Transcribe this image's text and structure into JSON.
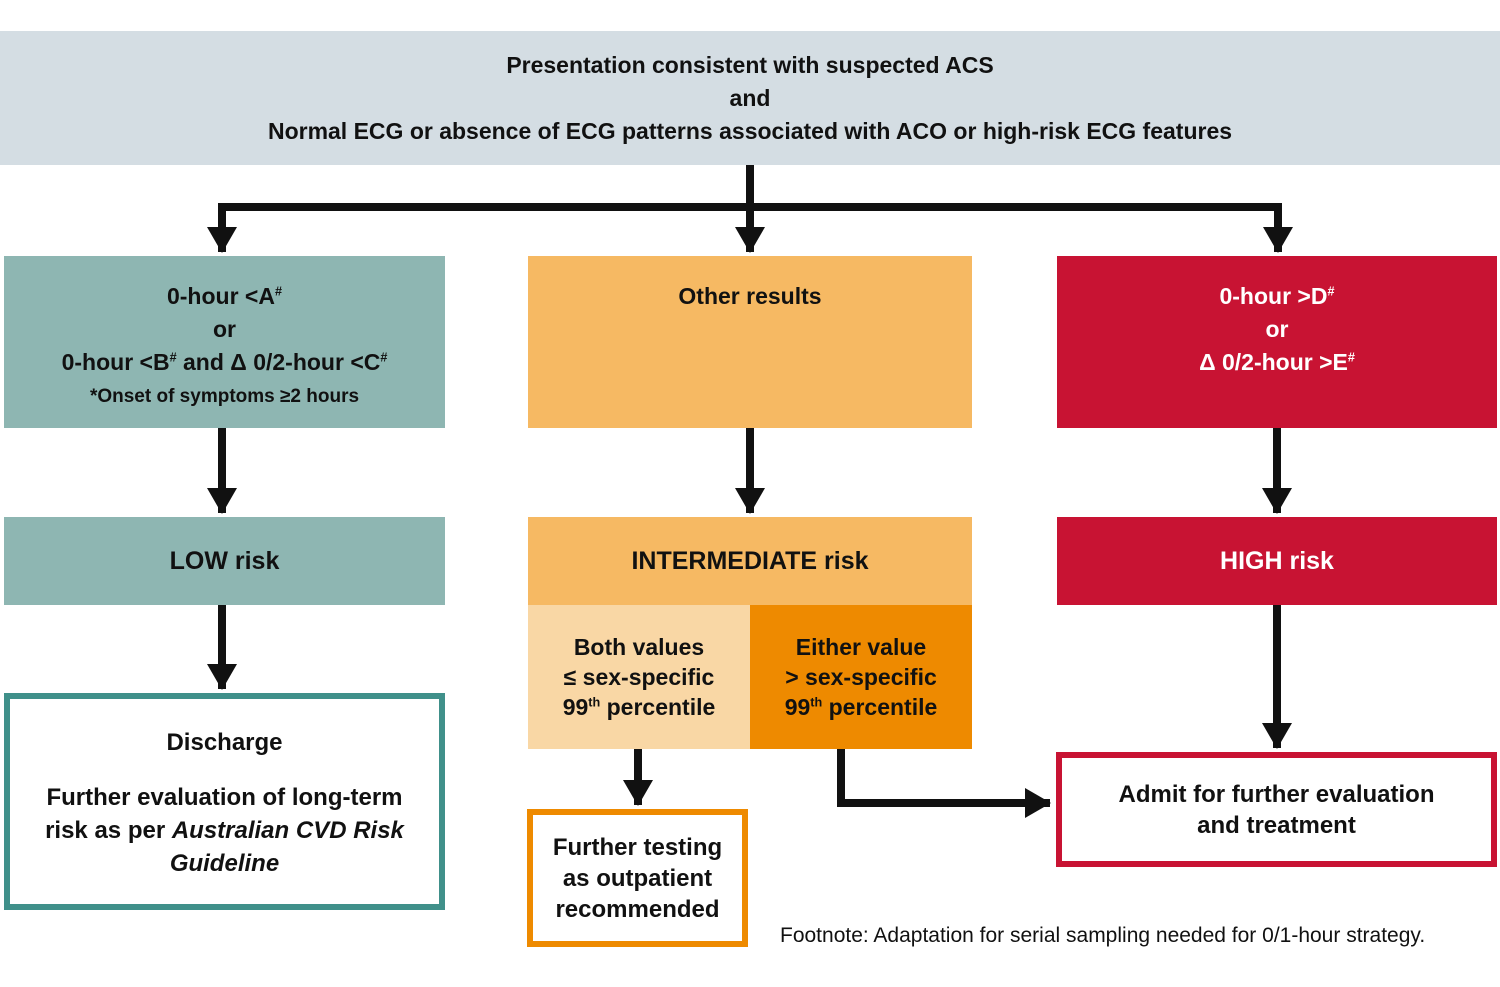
{
  "header": {
    "line1": "Presentation consistent with suspected ACS",
    "line2": "and",
    "line3": "Normal ECG or absence of ECG patterns associated with ACO or high-risk ECG features"
  },
  "low_path": {
    "criteria": {
      "line1_main": "0-hour <A",
      "line1_sup": "#",
      "line2": "or",
      "line3_part1": "0-hour <B",
      "line3_sup1": "#",
      "line3_part2": " and Δ 0/2-hour <C",
      "line3_sup2": "#",
      "note": "*Onset of symptoms ≥2 hours"
    },
    "risk_label": "LOW risk",
    "outcome": {
      "title": "Discharge",
      "body_regular": "Further evaluation of long-term risk as per ",
      "body_italic": "Australian CVD Risk Guideline"
    }
  },
  "intermediate_path": {
    "criteria": "Other results",
    "risk_label": "INTERMEDIATE risk",
    "sub_left": {
      "line1": "Both values",
      "line2": "≤ sex-specific",
      "line3_num": "99",
      "line3_sup": "th",
      "line3_rest": " percentile"
    },
    "sub_right": {
      "line1": "Either value",
      "line2": "> sex-specific",
      "line3_num": "99",
      "line3_sup": "th",
      "line3_rest": " percentile"
    },
    "outcome": {
      "line1": "Further testing",
      "line2": "as outpatient",
      "line3": "recommended"
    }
  },
  "high_path": {
    "criteria": {
      "line1_main": "0-hour >D",
      "line1_sup": "#",
      "line2": "or",
      "line3_main": "Δ 0/2-hour >E",
      "line3_sup": "#"
    },
    "risk_label": "HIGH risk",
    "outcome": {
      "line1": "Admit for further evaluation",
      "line2": "and treatment"
    }
  },
  "footnote": "Footnote: Adaptation for serial sampling needed for 0/1-hour strategy.",
  "palette": {
    "header": "#d4dde3",
    "teal": "#8eb6b2",
    "teal-border": "#40908a",
    "orange": "#f6b963",
    "orange-pale": "#f9d7a5",
    "orange-dark": "#ee8a00",
    "red": "#c81333",
    "ink": "#111111"
  }
}
